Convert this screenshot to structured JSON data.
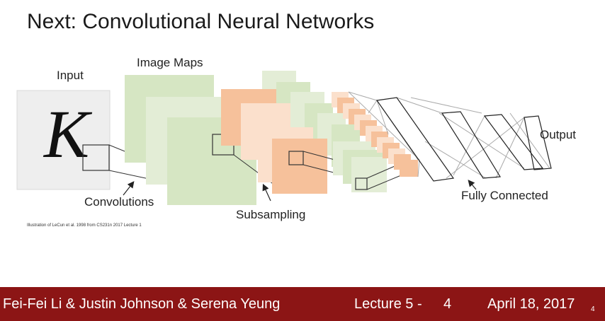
{
  "slide": {
    "title": "Next: Convolutional Neural Networks"
  },
  "diagram": {
    "input_label": "Input",
    "input_glyph": "K",
    "image_maps_label": "Image Maps",
    "output_label": "Output",
    "convolutions_label": "Convolutions",
    "subsampling_label": "Subsampling",
    "fully_connected_label": "Fully Connected",
    "caption": "Illustration of LeCun et al. 1998 from CS231n 2017 Lecture 1",
    "colors": {
      "conv_green": "#d6e6c3",
      "conv_green_light": "#e8f0dc",
      "pool_orange": "#f6c19b",
      "pool_orange_light": "#fbe0cc",
      "input_gray": "#eeeeee"
    }
  },
  "footer": {
    "authors": "Fei-Fei Li & Justin Johnson & Serena Yeung",
    "lecture": "Lecture 5 -",
    "lecture_num": "4",
    "date": "April 18, 2017",
    "page": "4",
    "background": "#8c1515"
  }
}
